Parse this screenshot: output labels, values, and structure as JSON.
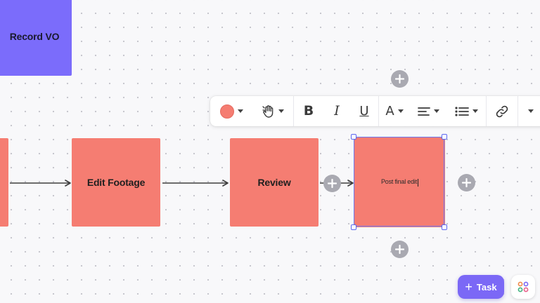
{
  "cards": {
    "record_vo": "Record VO",
    "edit_footage": "Edit Footage",
    "review": "Review",
    "post_final_edit": "Post final edit"
  },
  "task_button": {
    "label": "Task"
  },
  "toolbar": {
    "fill_color": "#f57d72",
    "tools": [
      "color-picker",
      "hand-tool",
      "bold",
      "italic",
      "underline",
      "font-color",
      "align",
      "list",
      "link",
      "more"
    ]
  },
  "colors": {
    "canvas": "#f8f8fa",
    "purple_card": "#7b6cfb",
    "salmon_card": "#f57d72",
    "selection": "#6b78f5",
    "accent": "#7b68f6"
  }
}
